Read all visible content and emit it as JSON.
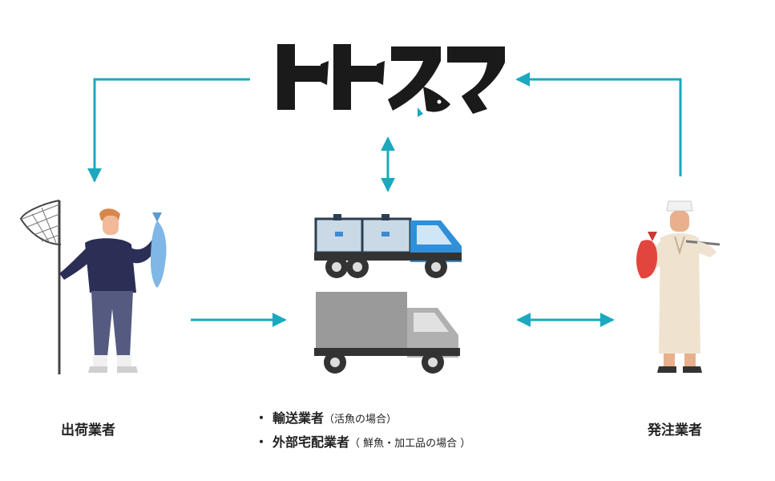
{
  "logo": {
    "text": "トトスマ"
  },
  "nodes": {
    "shipper": {
      "label": "出荷業者"
    },
    "orderer": {
      "label": "発注業者"
    }
  },
  "transport": {
    "items": [
      {
        "bullet": "・",
        "name": "輸送業者",
        "note": "（活魚の場合）"
      },
      {
        "bullet": "・",
        "name": "外部宅配業者",
        "note": "（ 鮮魚・加工品の場合 ）"
      }
    ]
  },
  "colors": {
    "arrow": "#1aa9bd",
    "logo": "#1a1a1a",
    "logo_accent": "#1aa9bd",
    "truck_blue": "#2f8fd8",
    "truck_gray": "#9a9a9a"
  },
  "icons": {
    "fisher": "fisherman-with-net-and-fish",
    "chef": "sushi-chef-with-fish",
    "truck_live": "tank-truck-blue",
    "truck_box": "box-truck-gray"
  }
}
